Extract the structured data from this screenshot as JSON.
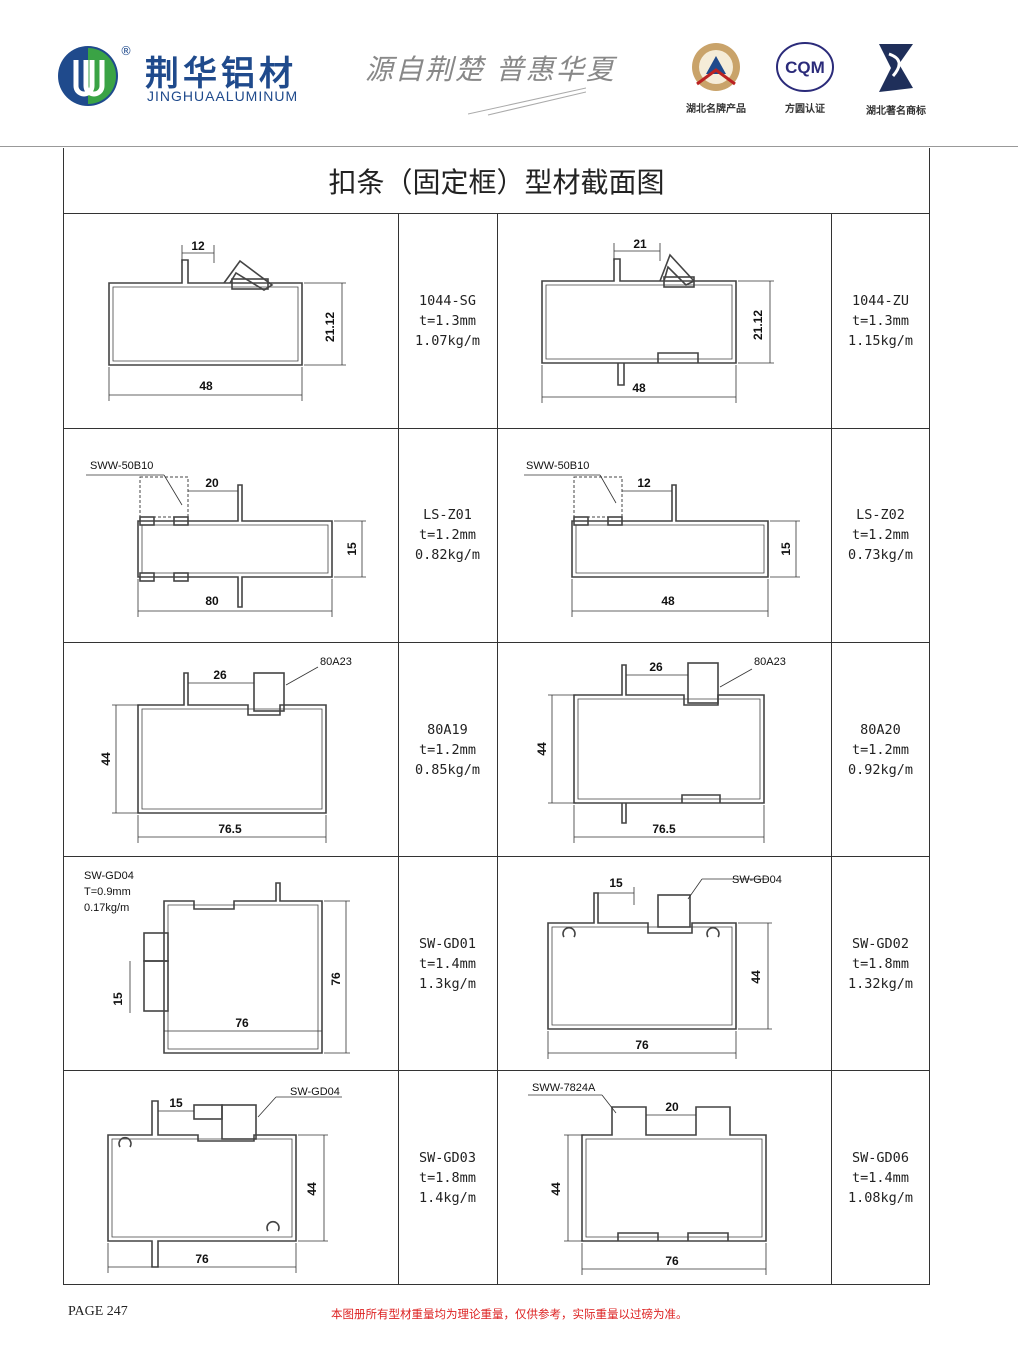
{
  "header": {
    "brand_cn": "荆华铝材",
    "brand_en": "JINGHUAALUMINUM",
    "registered": "®",
    "slogan": "源自荆楚  普惠华夏",
    "badges": [
      {
        "label": "湖北名牌产品",
        "icon": "hubei-brand-medal-icon"
      },
      {
        "label": "方圆认证",
        "icon": "cqm-certification-icon",
        "mark": "CQM"
      },
      {
        "label": "湖北著名商标",
        "icon": "famous-trademark-icon"
      }
    ],
    "colors": {
      "brand_blue": "#1f4a8c",
      "brand_green": "#3aa345"
    }
  },
  "title": "扣条（固定框）型材截面图",
  "profiles": [
    {
      "code": "1044-SG",
      "thickness": "t=1.3mm",
      "weight": "1.07kg/m",
      "dims": [
        "12",
        "21.12",
        "48"
      ]
    },
    {
      "code": "1044-ZU",
      "thickness": "t=1.3mm",
      "weight": "1.15kg/m",
      "dims": [
        "21",
        "21.12",
        "48"
      ]
    },
    {
      "code": "LS-Z01",
      "thickness": "t=1.2mm",
      "weight": "0.82kg/m",
      "dims": [
        "20",
        "15",
        "80"
      ],
      "ref": "SWW-50B10"
    },
    {
      "code": "LS-Z02",
      "thickness": "t=1.2mm",
      "weight": "0.73kg/m",
      "dims": [
        "12",
        "15",
        "48"
      ],
      "ref": "SWW-50B10"
    },
    {
      "code": "80A19",
      "thickness": "t=1.2mm",
      "weight": "0.85kg/m",
      "dims": [
        "26",
        "44",
        "76.5"
      ],
      "ref": "80A23"
    },
    {
      "code": "80A20",
      "thickness": "t=1.2mm",
      "weight": "0.92kg/m",
      "dims": [
        "26",
        "44",
        "76.5"
      ],
      "ref": "80A23"
    },
    {
      "code": "SW-GD01",
      "thickness": "t=1.4mm",
      "weight": "1.3kg/m",
      "dims": [
        "15",
        "76",
        "76"
      ],
      "ref": "SW-GD04",
      "ref_t": "T=0.9mm",
      "ref_w": "0.17kg/m"
    },
    {
      "code": "SW-GD02",
      "thickness": "t=1.8mm",
      "weight": "1.32kg/m",
      "dims": [
        "15",
        "44",
        "76"
      ],
      "ref": "SW-GD04"
    },
    {
      "code": "SW-GD03",
      "thickness": "t=1.8mm",
      "weight": "1.4kg/m",
      "dims": [
        "15",
        "44",
        "76"
      ],
      "ref": "SW-GD04"
    },
    {
      "code": "SW-GD06",
      "thickness": "t=1.4mm",
      "weight": "1.08kg/m",
      "dims": [
        "20",
        "44",
        "76"
      ],
      "ref": "SWW-7824A"
    }
  ],
  "footer": {
    "page": "PAGE 247",
    "note": "本图册所有型材重量均为理论重量，仅供参考，实际重量以过磅为准。"
  }
}
